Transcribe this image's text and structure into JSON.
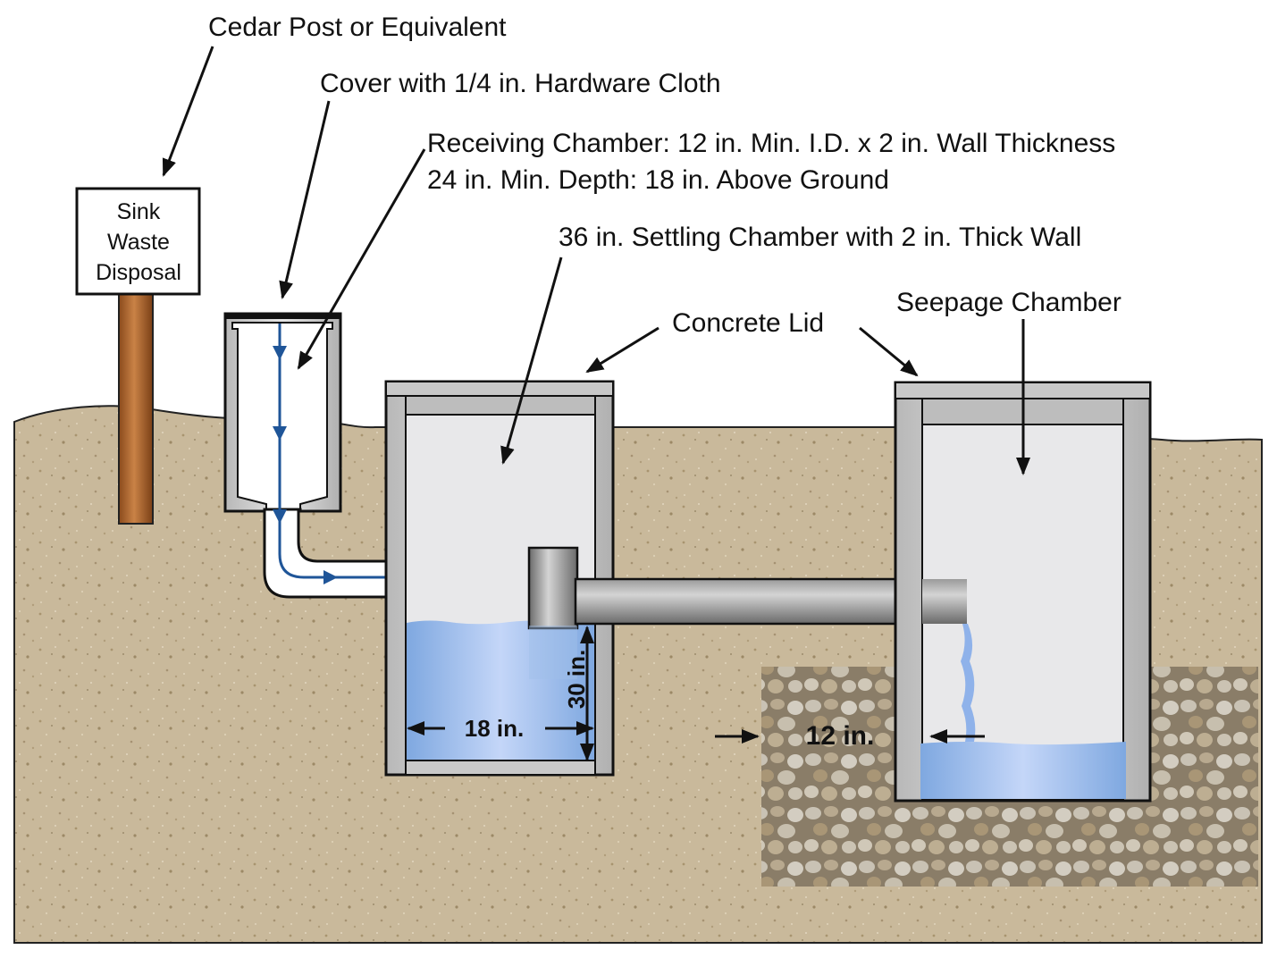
{
  "labels": {
    "cedar_post": "Cedar Post or Equivalent",
    "cover": "Cover with 1/4 in. Hardware Cloth",
    "receiving_line1": "Receiving Chamber: 12 in. Min. I.D. x 2 in. Wall Thickness",
    "receiving_line2": "24 in. Min. Depth: 18 in. Above Ground",
    "settling": "36 in. Settling Chamber with 2 in. Thick Wall",
    "concrete_lid": "Concrete Lid",
    "seepage": "Seepage Chamber"
  },
  "sign": {
    "line1": "Sink",
    "line2": "Waste",
    "line3": "Disposal"
  },
  "dimensions": {
    "width_18": "18 in.",
    "height_30": "30 in.",
    "gravel_12": "12 in."
  },
  "colors": {
    "soil": "#c8b89a",
    "water": "#9fc0ee",
    "flow_arrow": "#1f5598",
    "concrete": "#cfcfcf",
    "chamber_interior": "#e8e8ea",
    "pipe": "#8a8a8a",
    "post": "#b86a2e"
  }
}
